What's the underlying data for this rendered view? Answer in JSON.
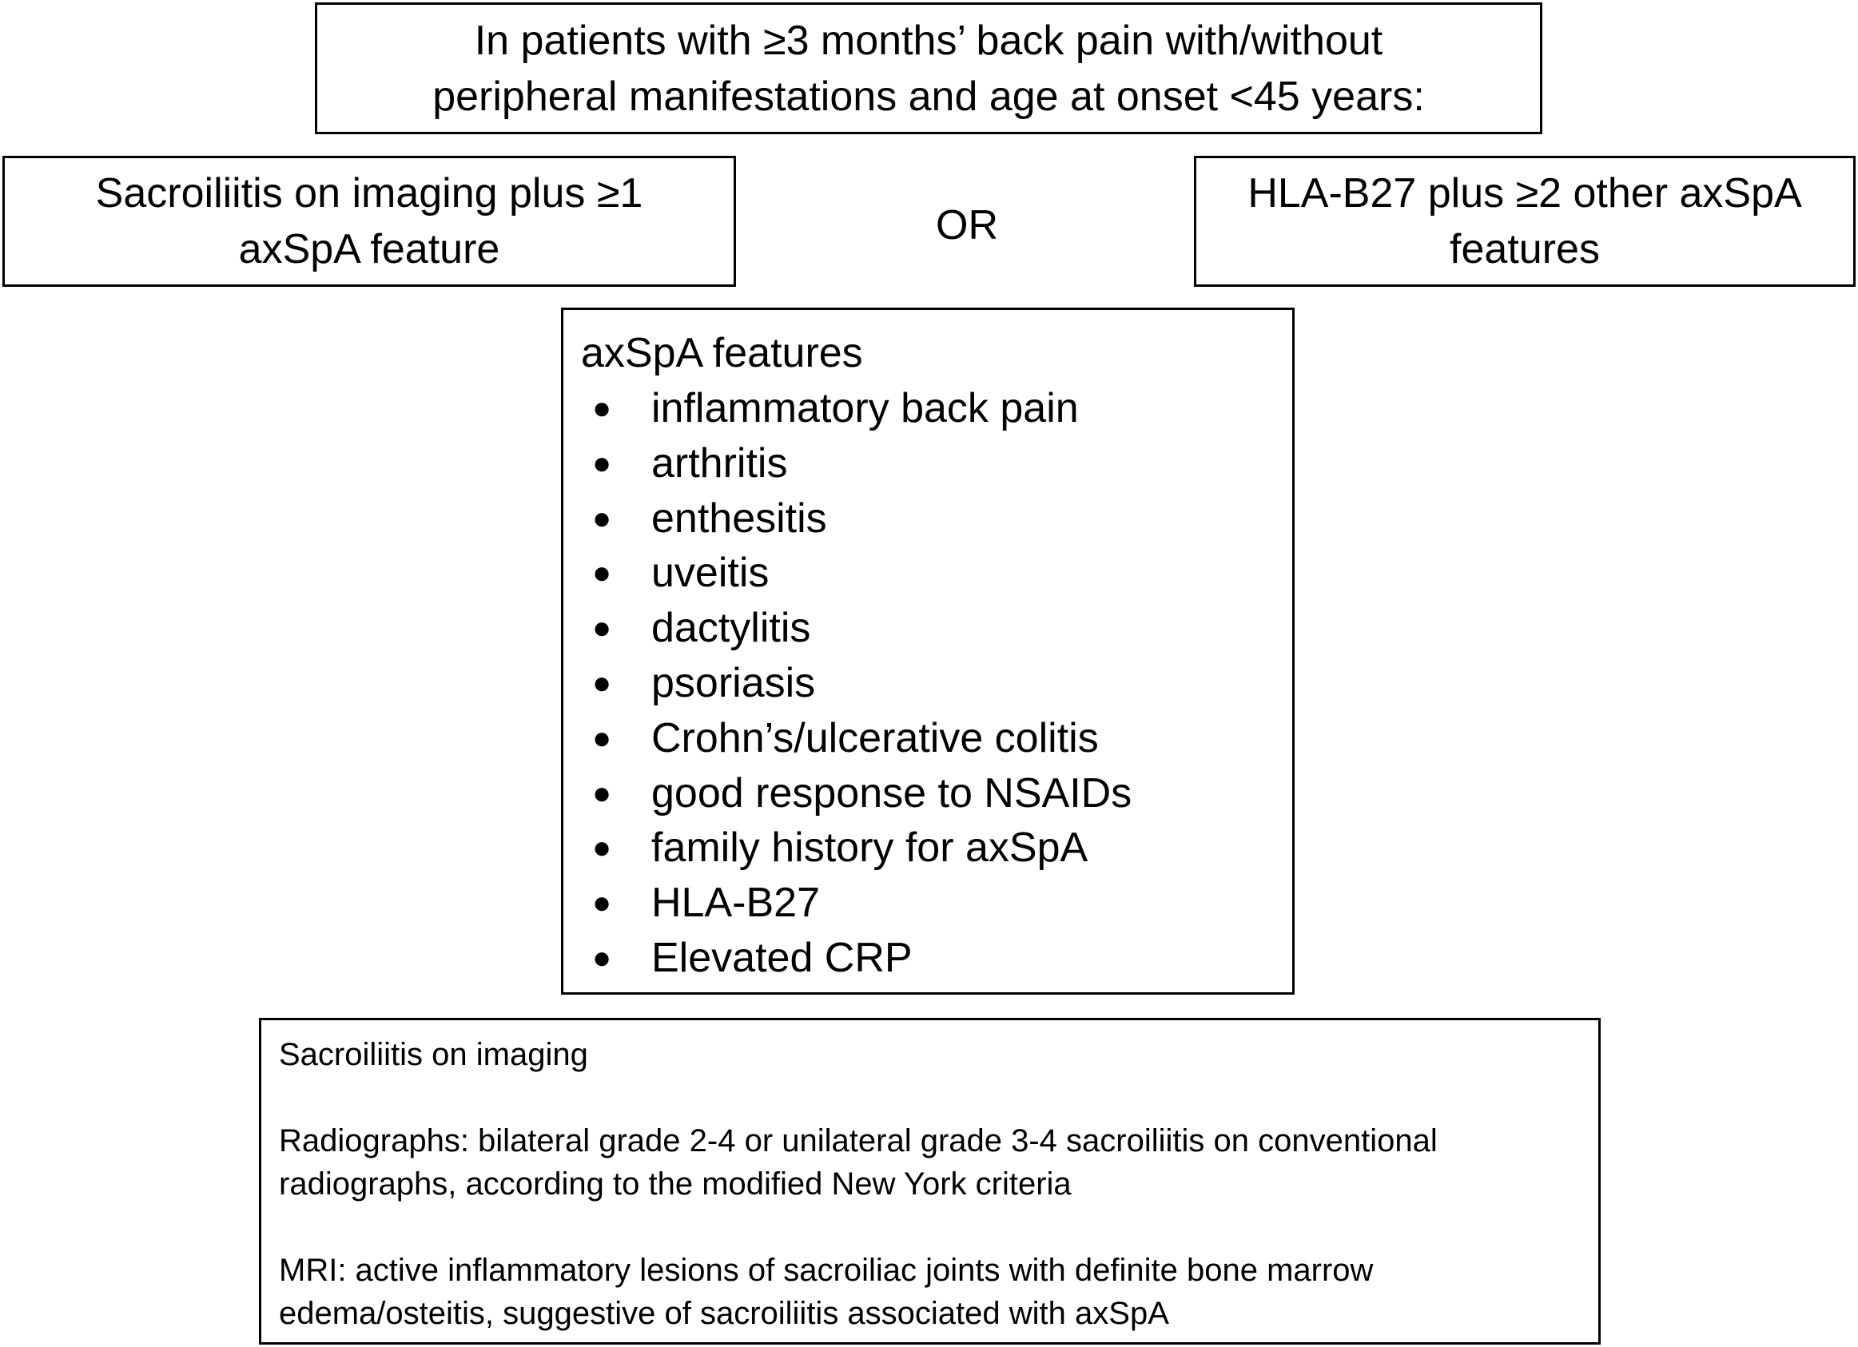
{
  "top_box": {
    "line1": "In patients with ≥3 months’ back pain with/without",
    "line2": "peripheral manifestations and age at onset <45 years:"
  },
  "left_box": {
    "line1": "Sacroiliitis on imaging plus ≥1",
    "line2": "axSpA feature"
  },
  "connector": "OR",
  "right_box": {
    "line1": "HLA-B27 plus ≥2 other axSpA",
    "line2": "features"
  },
  "features_box": {
    "title": "axSpA features",
    "items": [
      "inflammatory back pain",
      "arthritis",
      "enthesitis",
      "uveitis",
      "dactylitis",
      "psoriasis",
      "Crohn’s/ulcerative colitis",
      "good response to NSAIDs",
      "family history for axSpA",
      "HLA-B27",
      "Elevated CRP"
    ]
  },
  "imaging_box": {
    "title": "Sacroiliitis on imaging",
    "radiographs_line1": "Radiographs: bilateral grade 2-4 or unilateral grade 3-4 sacroiliitis on conventional",
    "radiographs_line2": "radiographs, according to the modified New York criteria",
    "mri_line1": "MRI: active inflammatory lesions of sacroiliac joints with definite bone marrow",
    "mri_line2": "edema/osteitis, suggestive of sacroiliitis associated with axSpA"
  }
}
